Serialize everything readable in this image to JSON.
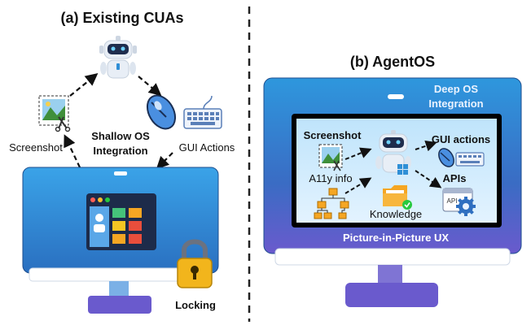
{
  "left": {
    "title": "(a) Existing CUAs",
    "screenshot_label": "Screenshot",
    "shallow_line1": "Shallow OS",
    "shallow_line2": "Integration",
    "gui_actions_label": "GUI Actions",
    "locking_label": "Locking"
  },
  "right": {
    "title": "(b) AgentOS",
    "deep_line1": "Deep OS",
    "deep_line2": "Integration",
    "screenshot_label": "Screenshot",
    "a11y_label": "A11y info",
    "gui_actions_label": "GUI actions",
    "apis_label": "APIs",
    "knowledge_label": "Knowledge",
    "api_tag": "API",
    "pip_label": "Picture-in-Picture UX"
  },
  "colors": {
    "monitor_blue": "#2f8fd6",
    "monitor_dark": "#1f5fa8",
    "stand_purple": "#6a5acd",
    "lock_gold": "#f2b51c",
    "robot_white": "#e8eef6",
    "robot_eye": "#1f2d4d",
    "mouse_blue": "#4a8fe0",
    "divider": "#222222",
    "deep_text": "#e9f2ff"
  },
  "icons": [
    "robot-icon",
    "screenshot-icon",
    "mouse-icon",
    "keyboard-icon",
    "padlock-icon",
    "gear-icon",
    "tree-icon",
    "folder-icon"
  ]
}
